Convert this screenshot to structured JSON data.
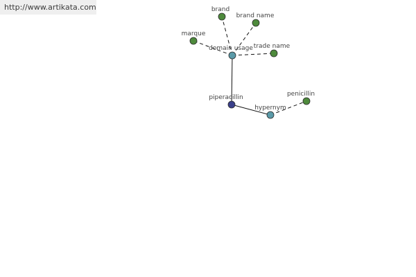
{
  "banner": {
    "url": "http://www.artikata.com"
  },
  "colors": {
    "root_node": "#3a3f8a",
    "hub_node": "#5a9aa8",
    "leaf_node": "#4e8a3c",
    "node_stroke": "#2b2b2b",
    "edge": "#111111"
  },
  "graph": {
    "nodes": [
      {
        "id": "piperacillin",
        "label": "piperacillin",
        "kind": "root"
      },
      {
        "id": "domain-usage",
        "label": "domain usage",
        "kind": "hub"
      },
      {
        "id": "hypernym",
        "label": "hypernym",
        "kind": "hub"
      },
      {
        "id": "brand",
        "label": "brand",
        "kind": "leaf"
      },
      {
        "id": "brand-name",
        "label": "brand name",
        "kind": "leaf"
      },
      {
        "id": "marque",
        "label": "marque",
        "kind": "leaf"
      },
      {
        "id": "trade-name",
        "label": "trade name",
        "kind": "leaf"
      },
      {
        "id": "penicillin",
        "label": "penicillin",
        "kind": "leaf"
      }
    ],
    "edges": [
      {
        "from": "piperacillin",
        "to": "domain-usage",
        "style": "solid"
      },
      {
        "from": "piperacillin",
        "to": "hypernym",
        "style": "solid"
      },
      {
        "from": "domain-usage",
        "to": "brand",
        "style": "dashed"
      },
      {
        "from": "domain-usage",
        "to": "brand-name",
        "style": "dashed"
      },
      {
        "from": "domain-usage",
        "to": "marque",
        "style": "dashed"
      },
      {
        "from": "domain-usage",
        "to": "trade-name",
        "style": "dashed"
      },
      {
        "from": "hypernym",
        "to": "penicillin",
        "style": "dashed"
      }
    ]
  }
}
